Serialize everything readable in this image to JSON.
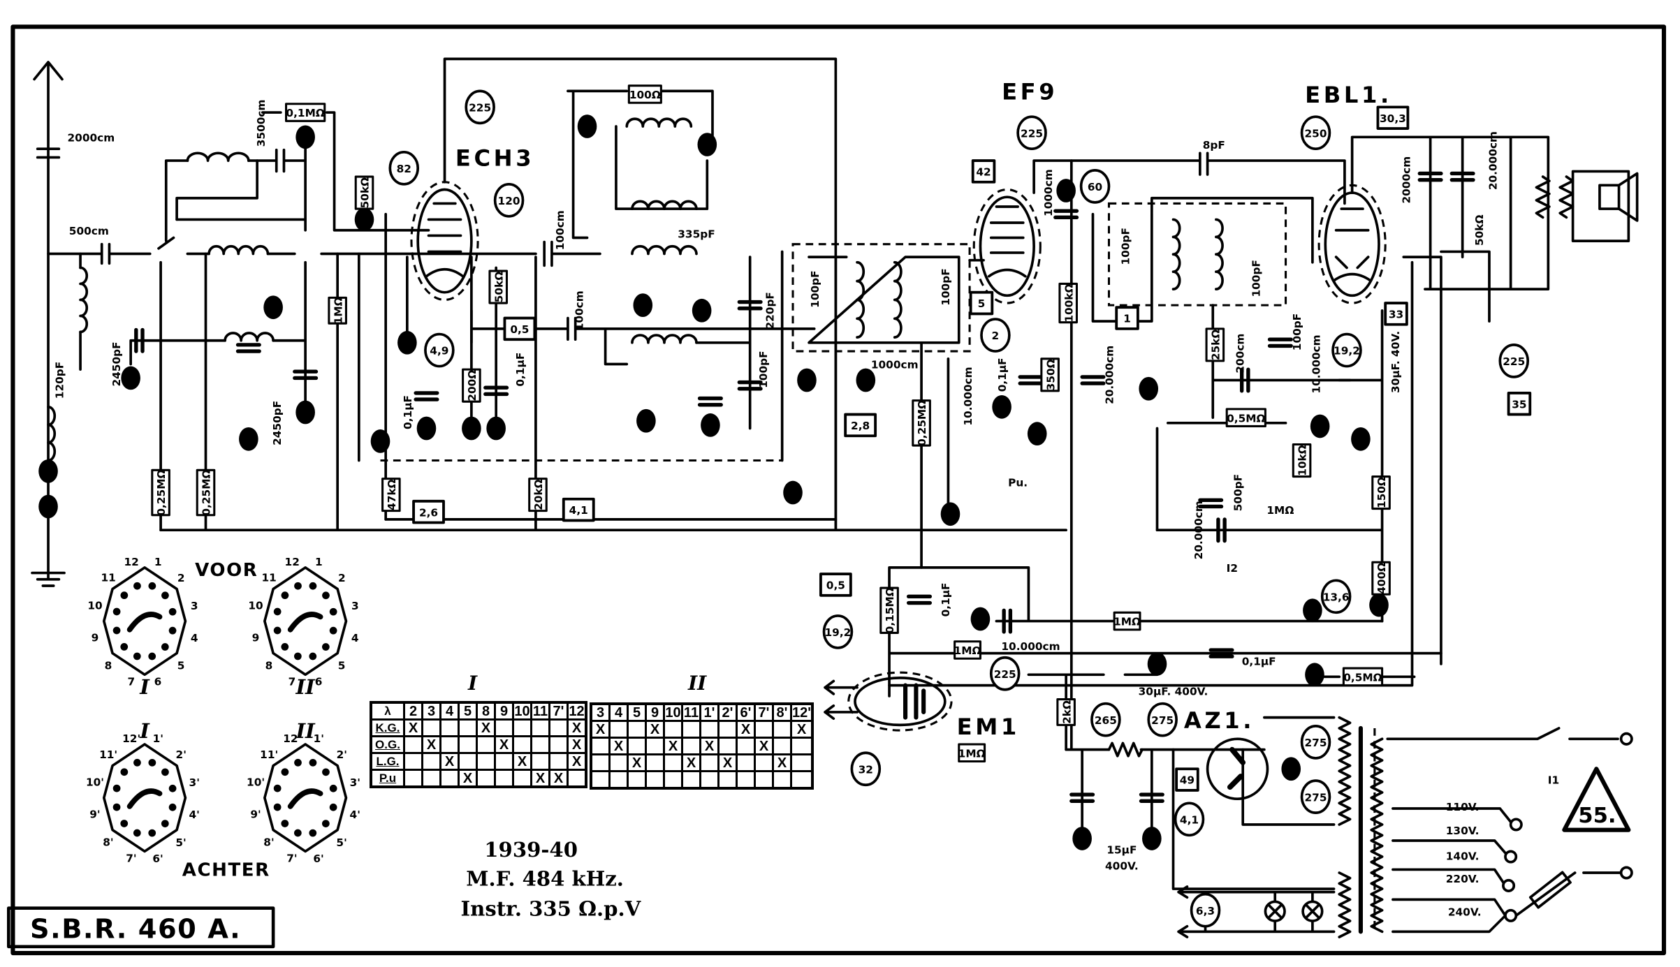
{
  "title": "S.B.R. 460 A.",
  "tubes": {
    "ech3": "ECH3",
    "ef9": "EF9",
    "ebl1": "EBL1.",
    "em1": "EM1",
    "az1": "AZ1."
  },
  "notes": {
    "year": "1939-40",
    "if": "M.F. 484 kHz.",
    "instrument": "Instr. 335 Ω.p.V"
  },
  "page_badge": "55.",
  "voltages_circled": [
    "225",
    "82",
    "120",
    "4,9",
    "225",
    "60",
    "2",
    "250",
    "19,2",
    "225",
    "13,6",
    "19,2",
    "225",
    "32",
    "265",
    "275",
    "275",
    "275",
    "4,1",
    "6,3"
  ],
  "currents_boxed": [
    "0,5",
    "42",
    "5",
    "1",
    "2,8",
    "2,6",
    "4,1",
    "30,3",
    "33",
    "35",
    "0,5",
    "49"
  ],
  "components": [
    "2000cm",
    "500cm",
    "120pF",
    "2450pF",
    "2450pF",
    "3500cm",
    "0,1MΩ",
    "50kΩ",
    "1MΩ",
    "0,25MΩ",
    "0,25MΩ",
    "47kΩ",
    "20kΩ",
    "0,1μF",
    "200Ω",
    "0,1μF",
    "50kΩ",
    "100cm",
    "100cm",
    "100Ω",
    "335pF",
    "220pF",
    "100pF",
    "100pF",
    "100pF",
    "1000cm",
    "0,25MΩ",
    "10.000cm",
    "0,1μF",
    "350Ω",
    "100kΩ",
    "1000cm",
    "20.000cm",
    "8pF",
    "100pF",
    "100pF",
    "25kΩ",
    "200cm",
    "0,5MΩ",
    "100pF",
    "10.000cm",
    "10kΩ",
    "2000cm",
    "20.000cm",
    "50kΩ",
    "30μF. 40V.",
    "150Ω",
    "400Ω",
    "1MΩ",
    "500pF",
    "20.000cm",
    "0,15MΩ",
    "0,1μF",
    "10.000cm",
    "1MΩ",
    "1MΩ",
    "1MΩ",
    "30μF. 400V.",
    "0,1μF",
    "0,5MΩ",
    "2kΩ",
    "15μF",
    "400V.",
    "Pu.",
    "I2",
    "I1"
  ],
  "mains_taps": [
    "110V.",
    "130V.",
    "140V.",
    "220V.",
    "240V."
  ],
  "wave_switch": {
    "front_label": "VOOR",
    "back_label": "ACHTER",
    "sections": [
      {
        "name": "I",
        "side": "front",
        "contacts": [
          "12",
          "1",
          "2",
          "3",
          "4",
          "5",
          "6",
          "7",
          "8",
          "9",
          "10",
          "11"
        ]
      },
      {
        "name": "II",
        "side": "front",
        "contacts": [
          "12",
          "1",
          "2",
          "3",
          "4",
          "5",
          "6",
          "7",
          "8",
          "9",
          "10",
          "11"
        ]
      },
      {
        "name": "I",
        "side": "back",
        "contacts": [
          "12'",
          "1'",
          "2'",
          "3'",
          "4'",
          "5'",
          "6'",
          "7'",
          "8'",
          "9'",
          "10'",
          "11'"
        ]
      },
      {
        "name": "II",
        "side": "back",
        "contacts": [
          "12'",
          "1'",
          "2'",
          "3'",
          "4'",
          "5'",
          "6'",
          "7'",
          "8'",
          "9'",
          "10'",
          "11'"
        ]
      }
    ]
  },
  "switch_tables": [
    {
      "caption": "I",
      "corner": "λ",
      "columns": [
        "2",
        "3",
        "4",
        "5",
        "8",
        "9",
        "10",
        "11",
        "7'",
        "12"
      ],
      "rows": [
        {
          "label": "K.G.",
          "cells": [
            "X",
            "",
            "",
            "",
            "X",
            "",
            "",
            "",
            "",
            "X"
          ]
        },
        {
          "label": "O.G.",
          "cells": [
            "",
            "X",
            "",
            "",
            "",
            "X",
            "",
            "",
            "",
            "X"
          ]
        },
        {
          "label": "L.G.",
          "cells": [
            "",
            "",
            "X",
            "",
            "",
            "",
            "X",
            "",
            "",
            "X"
          ]
        },
        {
          "label": "P.u",
          "cells": [
            "",
            "",
            "",
            "X",
            "",
            "",
            "",
            "X",
            "X",
            ""
          ]
        }
      ]
    },
    {
      "caption": "II",
      "corner": "",
      "columns": [
        "3",
        "4",
        "5",
        "9",
        "10",
        "11",
        "1'",
        "2'",
        "6'",
        "7'",
        "8'",
        "12'"
      ],
      "rows": [
        {
          "label": "",
          "cells": [
            "X",
            "",
            "",
            "X",
            "",
            "",
            "",
            "",
            "X",
            "",
            "",
            "X"
          ]
        },
        {
          "label": "",
          "cells": [
            "",
            "X",
            "",
            "",
            "X",
            "",
            "X",
            "",
            "",
            "X",
            "",
            ""
          ]
        },
        {
          "label": "",
          "cells": [
            "",
            "",
            "X",
            "",
            "",
            "X",
            "",
            "X",
            "",
            "",
            "X",
            ""
          ]
        },
        {
          "label": "",
          "cells": [
            "",
            "",
            "",
            "",
            "",
            "",
            "",
            "",
            "",
            "",
            "",
            ""
          ]
        }
      ]
    }
  ],
  "colors": {
    "ink": "#000000",
    "paper": "#ffffff"
  }
}
